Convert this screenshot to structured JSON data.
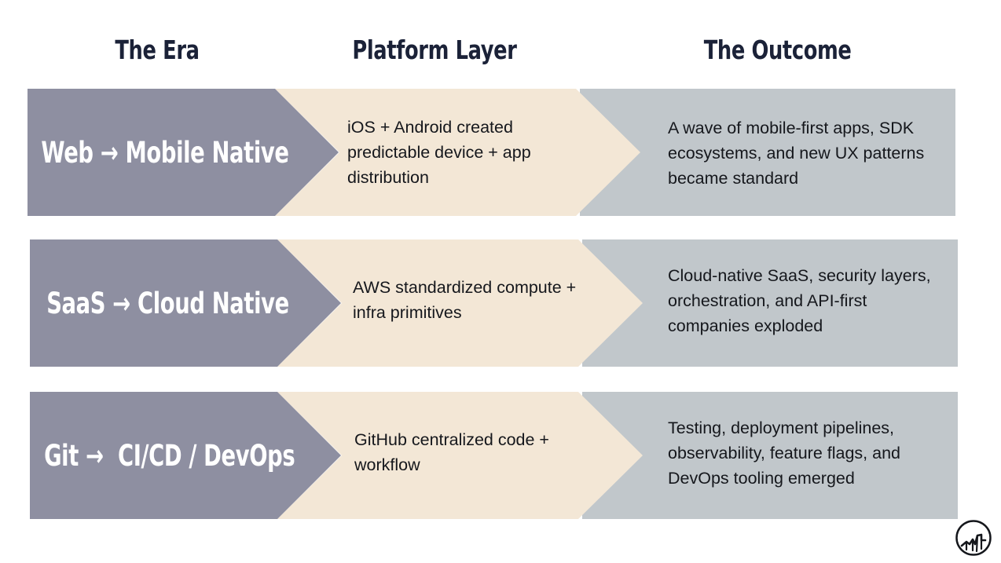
{
  "headers": {
    "era": "The Era",
    "platform": "Platform Layer",
    "outcome": "The Outcome"
  },
  "rows": [
    {
      "era": "Web → Mobile Native",
      "platform": "iOS + Android created predictable device + app distribution",
      "outcome": "A wave of mobile-first apps, SDK ecosystems, and new UX patterns became standard"
    },
    {
      "era": "SaaS → Cloud Native",
      "platform": "AWS standardized compute + infra primitives",
      "outcome": "Cloud-native SaaS, security layers, orchestration, and API-first companies exploded"
    },
    {
      "era": "Git →  CI/CD / DevOps",
      "platform": "GitHub centralized code + workflow",
      "outcome": "Testing, deployment pipelines, observability, feature flags, and DevOps tooling emerged"
    }
  ],
  "colors": {
    "era_fill": "#8e8fa1",
    "platform_fill": "#f3e7d6",
    "outcome_fill": "#c1c7cb",
    "header_text": "#1b2238"
  },
  "logo": {
    "icon": "logo-icon"
  }
}
